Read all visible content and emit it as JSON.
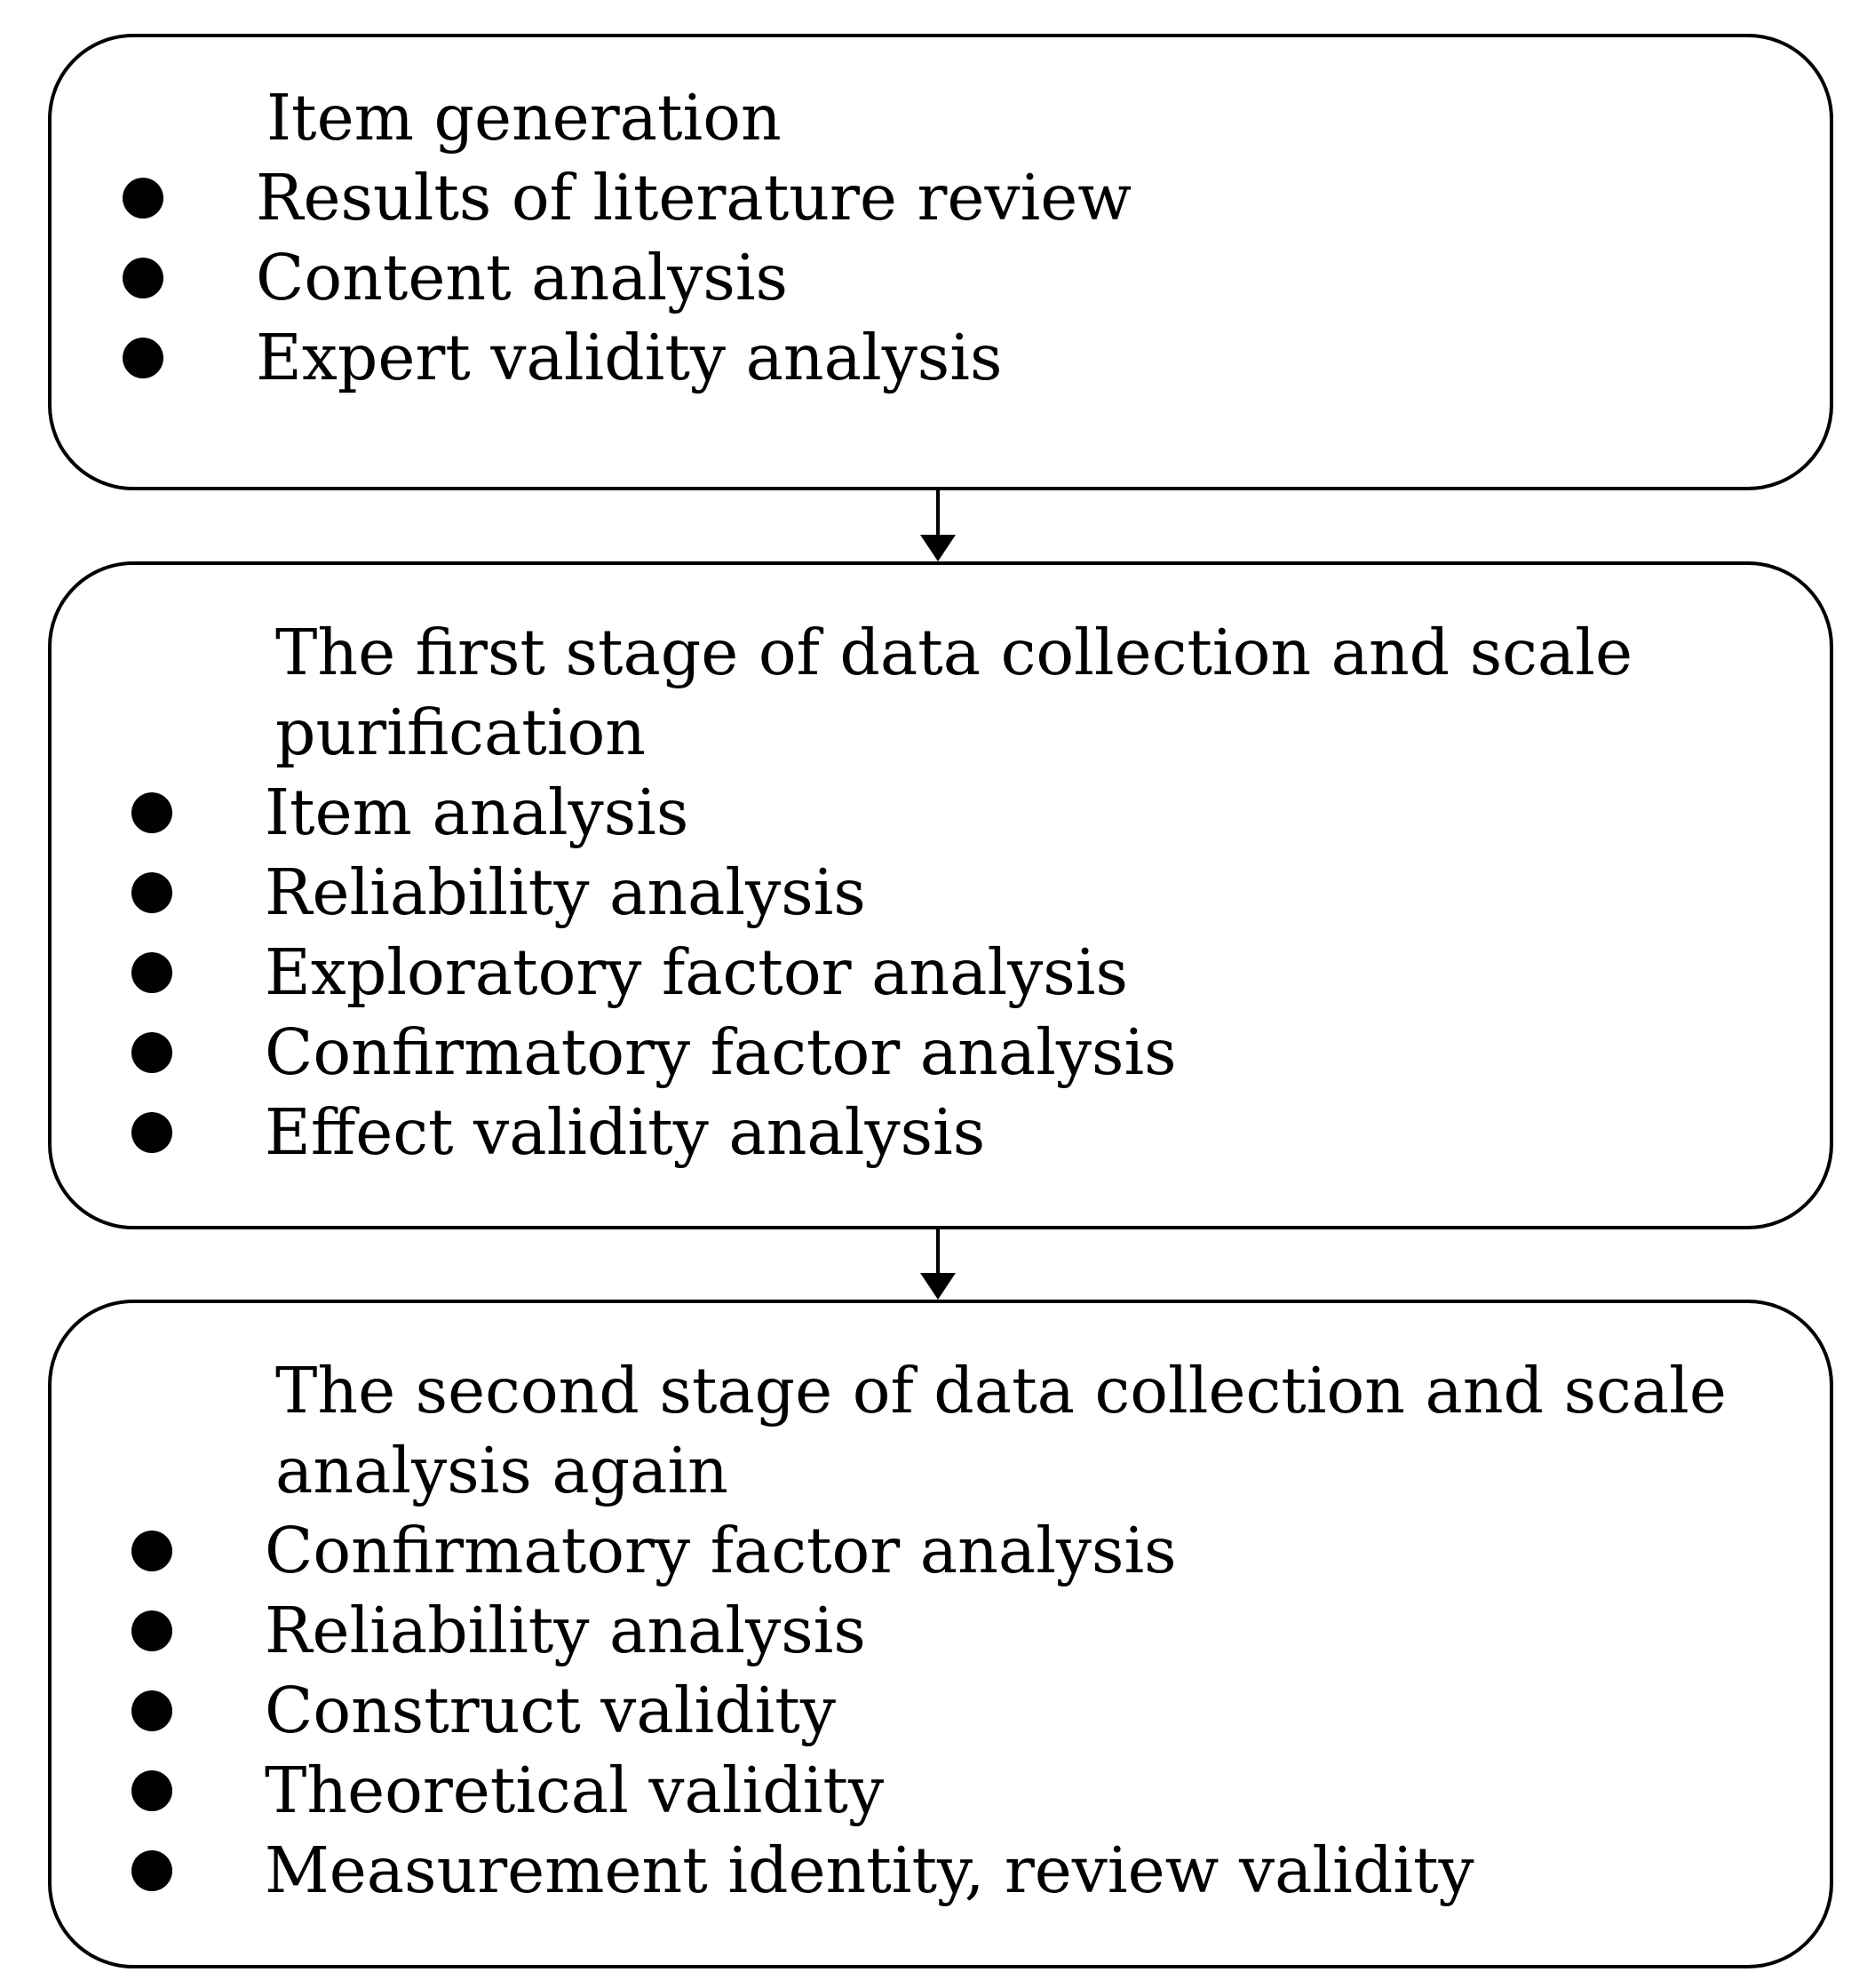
{
  "stages": [
    {
      "title": "Item generation",
      "items": [
        "Results of literature review",
        "Content analysis",
        "Expert validity analysis"
      ]
    },
    {
      "title_lines": [
        "The first stage of data collection and scale",
        "purification"
      ],
      "items": [
        "Item analysis",
        "Reliability analysis",
        "Exploratory factor analysis",
        "Confirmatory factor analysis",
        "Effect validity analysis"
      ]
    },
    {
      "title_lines": [
        "The second stage of data collection and scale",
        "analysis again"
      ],
      "items": [
        "Confirmatory factor analysis",
        "Reliability analysis",
        "Construct validity",
        "Theoretical validity",
        "Measurement identity, review validity"
      ]
    }
  ]
}
